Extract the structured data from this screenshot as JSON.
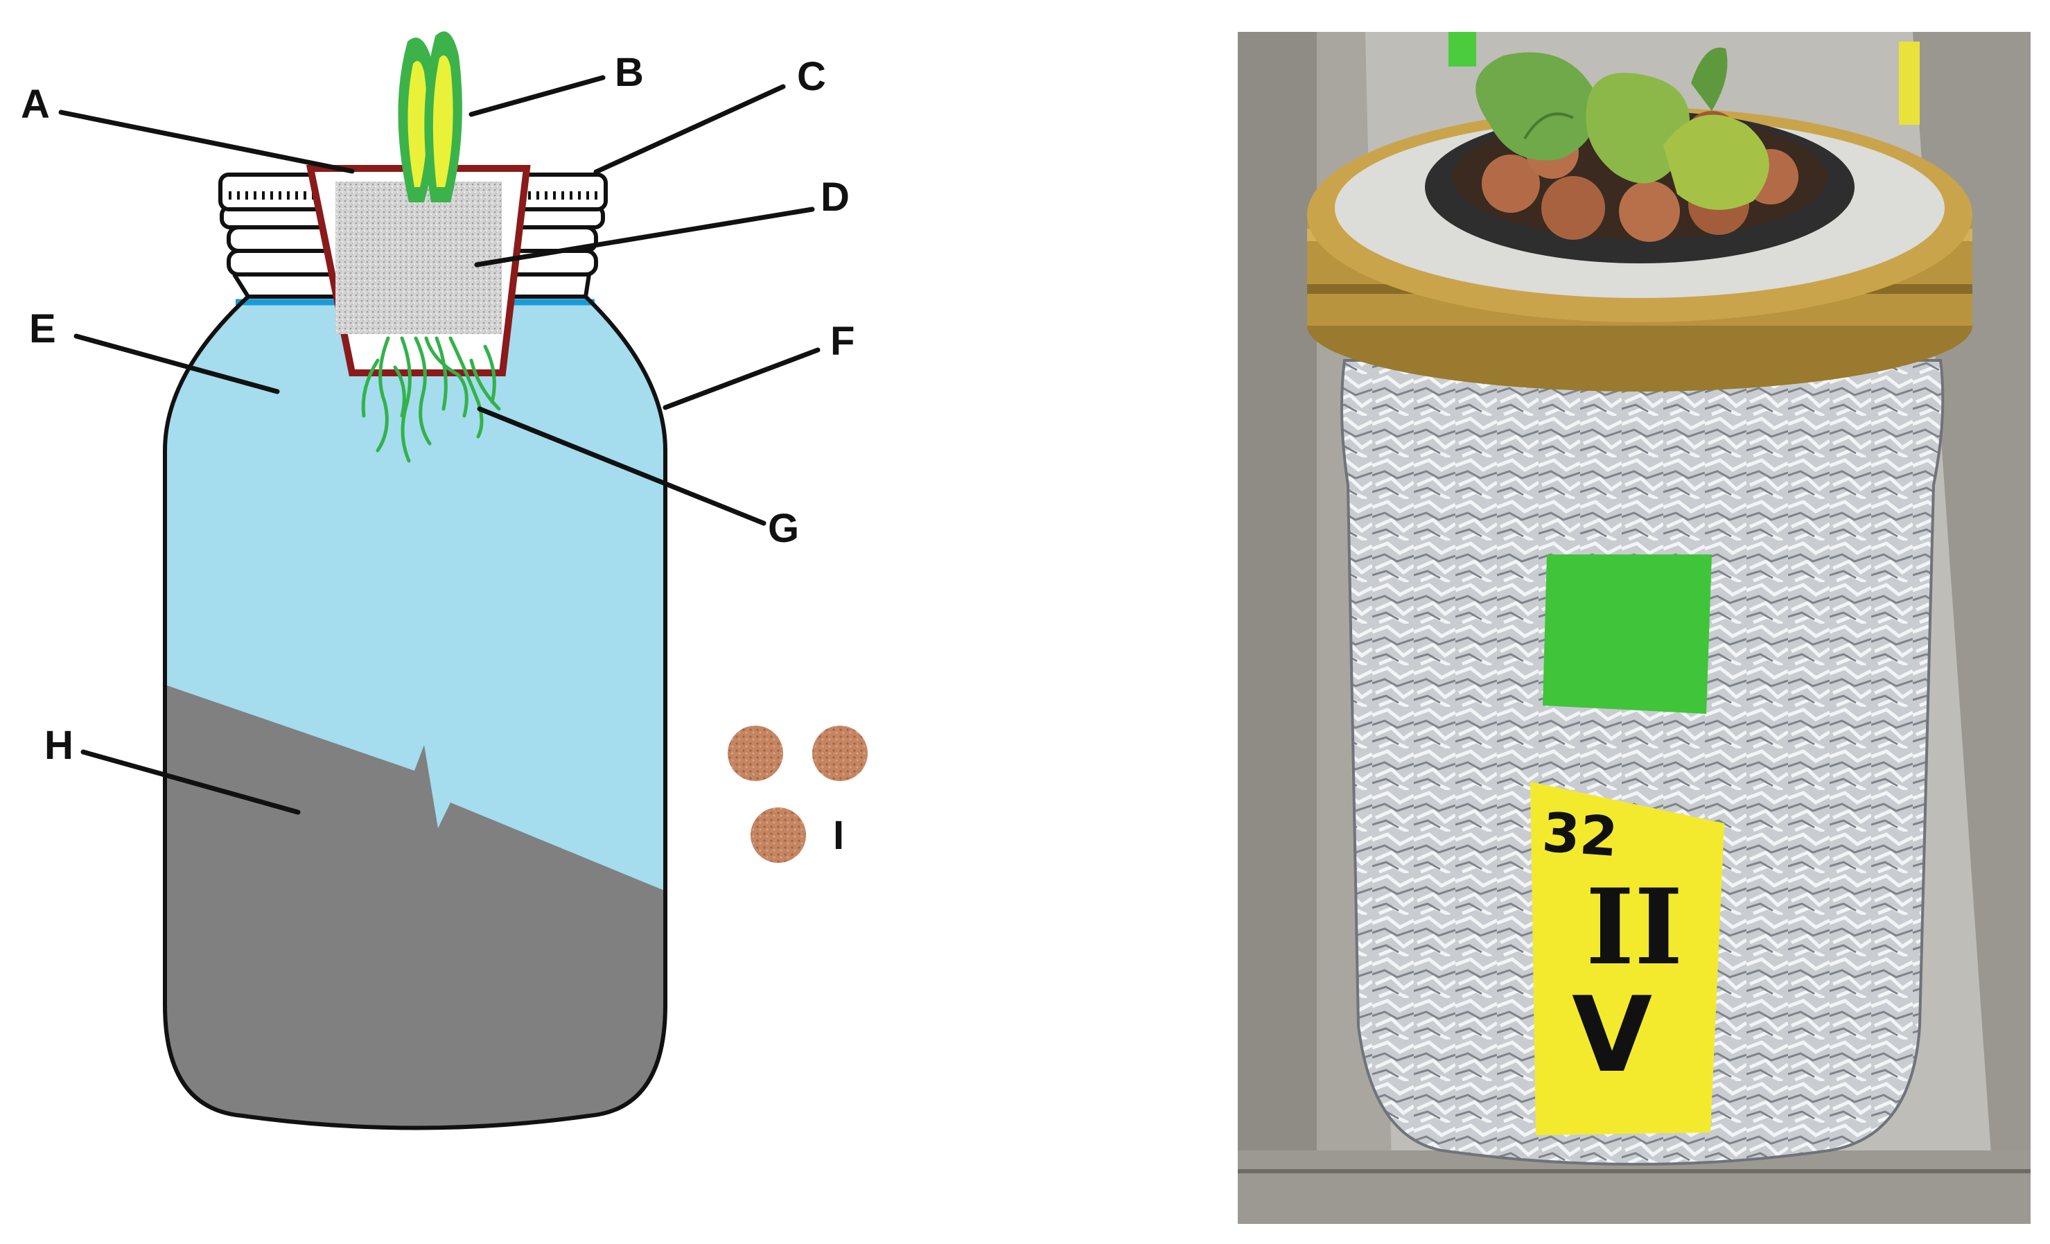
{
  "diagram": {
    "callouts": [
      {
        "key": "A",
        "label": "A"
      },
      {
        "key": "B",
        "label": "B"
      },
      {
        "key": "C",
        "label": "C"
      },
      {
        "key": "D",
        "label": "D"
      },
      {
        "key": "E",
        "label": "E"
      },
      {
        "key": "F",
        "label": "F"
      },
      {
        "key": "G",
        "label": "G"
      },
      {
        "key": "H",
        "label": "H"
      },
      {
        "key": "I",
        "label": "I"
      }
    ]
  },
  "photo": {
    "jar_label_number": "32",
    "jar_label_mark": "II",
    "jar_label_letter": "V"
  },
  "colors": {
    "water": "#a5dcee",
    "substrate": "#808080",
    "net_pot": "#8b1a1a",
    "seedling": "#7ac943",
    "roots": "#33b24a",
    "clay_pebble": "#b8734f",
    "lid_gold": "#b8943e",
    "tape_green": "#3fc43a",
    "tape_yellow": "#f3ea2e"
  }
}
